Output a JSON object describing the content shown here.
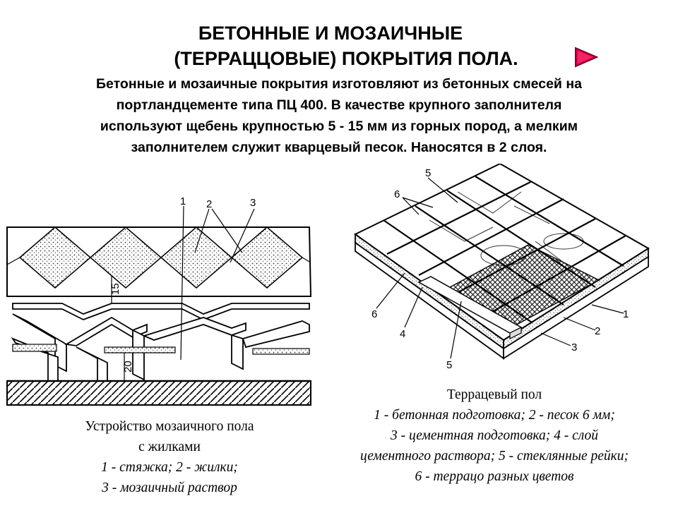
{
  "header": {
    "title_line1": "БЕТОННЫЕ И МОЗАИЧНЫЕ",
    "title_line2": "(ТЕРРАЦЦОВЫЕ) ПОКРЫТИЯ ПОЛА.",
    "nav_icon": "play-triangle-icon",
    "accent_color": "#e6004c"
  },
  "lead": {
    "lines": [
      "Бетонные и мозаичные покрытия изготовляют из бетонных смесей на",
      "портландцементе типа ПЦ 400. В качестве крупного заполнителя",
      "используют щебень крупностью 5 - 15 мм из горных пород, а мелким",
      "заполнителем служит кварцевый песок. Наносятся в 2 слоя."
    ]
  },
  "left_diagram": {
    "callouts": {
      "c1": "1",
      "c2": "2",
      "c3": "3",
      "dim15": "15",
      "dim20": "20"
    },
    "caption": {
      "line1": "Устройство мозаичного пола",
      "line2": "с жилками",
      "line3": "1 - стяжка; 2 - жилки;",
      "line4": "3 - мозаичный раствор"
    }
  },
  "right_diagram": {
    "callouts": {
      "c5_top": "5",
      "c6_top": "6",
      "c1": "1",
      "c2": "2",
      "c3": "3",
      "c6_left": "6",
      "c4": "4",
      "c5_bottom": "5"
    },
    "caption": {
      "line1": "Террацевый пол",
      "line2": "1 - бетонная подготовка; 2 - песок 6 мм;",
      "line3": "3 - цементная подготовка; 4 - слой",
      "line4": "цементного раствора; 5 - стеклянные рейки;",
      "line5": "6 - террацо разных цветов"
    }
  }
}
